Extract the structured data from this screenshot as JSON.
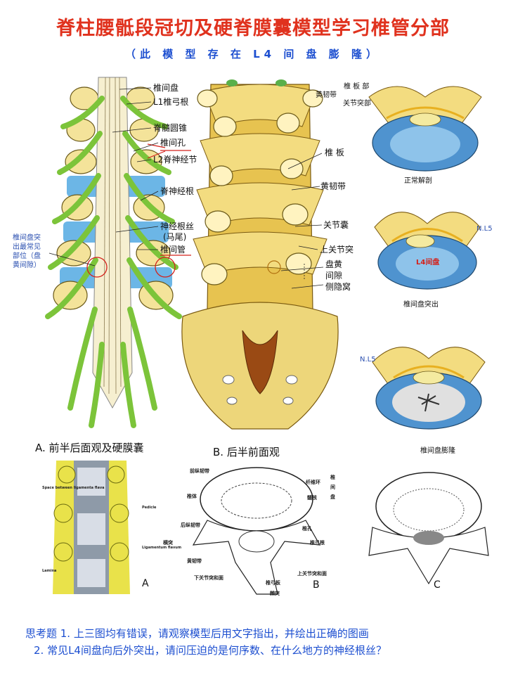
{
  "title": "脊柱腰骶段冠切及硬脊膜囊模型学习椎管分部",
  "subtitle": "（此 模 型 存 在 L4 间 盘 膨 隆）",
  "panelA": {
    "caption": "A. 前半后面观及硬膜囊",
    "labels": {
      "disc": "椎间盘",
      "l1": "L1椎弓根",
      "conus": "脊髓圆锥",
      "foramen": "椎间孔",
      "l2": "L2脊神经节",
      "root": "脊神经根",
      "cauda1": "神经根丝",
      "cauda2": "(马尾)",
      "canal": "椎间管"
    },
    "side_note": [
      "椎间盘突",
      "出最常见",
      "部位（盘",
      "黄间隙）"
    ]
  },
  "panelB": {
    "caption": "B. 后半前面观",
    "labels": {
      "lamina": "椎 板",
      "flavum": "黄韧带",
      "capsule": "关节囊",
      "sup": "上关节突",
      "gap1": "盘黄",
      "gap2": "间隙",
      "recess": "侧隐窝"
    }
  },
  "right": {
    "top_labels": {
      "lamina": "椎 板 部",
      "flavum": "黄韧带",
      "facet": "关节突部"
    },
    "normal": "正常解剖",
    "nl5_1": "N.L5",
    "l4disc": "L4间盘",
    "herniation": "椎间盘突出",
    "nl5_2": "N.L5",
    "bulge": "椎间盘膨隆"
  },
  "bottom": {
    "a_letter": "A",
    "a_labels": [
      "Space between ligamenta flava",
      "Pedicle",
      "Ligamentum flavum",
      "Lamina"
    ],
    "b_letter": "B",
    "b_labels": {
      "alr": "前纵韧带",
      "annulus": "纤维环",
      "disc_side": [
        "椎",
        "间",
        "盘"
      ],
      "body": "椎体",
      "nucleus": "髓核",
      "plr": "后纵韧带",
      "foramen": "椎孔",
      "transverse": "横突",
      "pedicle": "椎弓根",
      "flavum": "黄韧带",
      "inferior": "下关节突和面",
      "superior": "上关节突和面",
      "lamina": "椎弓板",
      "spinous": "棘突"
    },
    "c_letter": "C"
  },
  "questions": {
    "q1": "思考题 1. 上三图均有错误，请观察模型后用文字指出，并绘出正确的图画",
    "q2": "2. 常见L4间盘向后外突出，请问压迫的是何序数、在什么地方的神经根丝？"
  },
  "colors": {
    "title": "#e0321e",
    "text_blue": "#1d4fd0",
    "bone": "#f2d36b",
    "nerve": "#7cc43a",
    "disc_blue": "#5aa7d8"
  }
}
